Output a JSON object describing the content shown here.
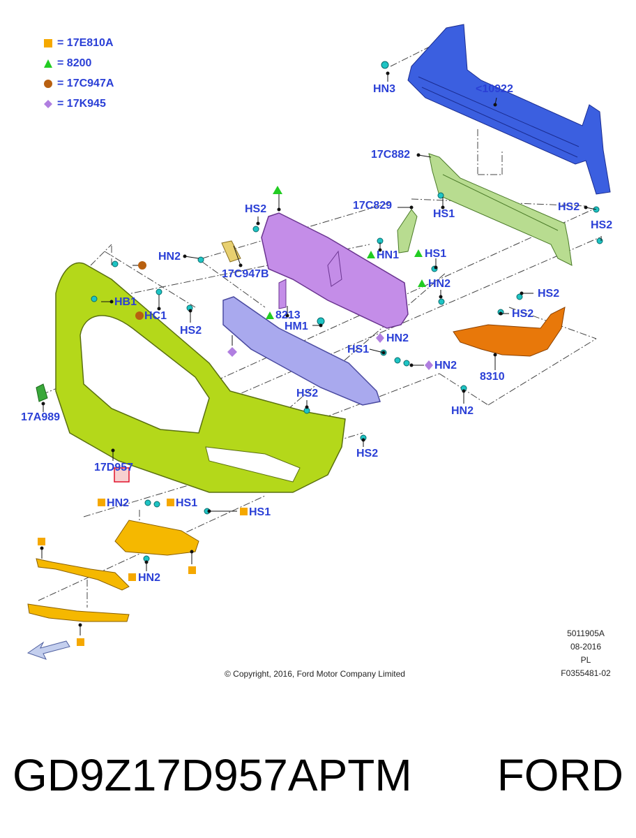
{
  "legend": [
    {
      "symbol": "square",
      "color": "#f5a800",
      "text": "= 17E810A"
    },
    {
      "symbol": "triangle",
      "color": "#22cc22",
      "text": "= 8200"
    },
    {
      "symbol": "circle",
      "color": "#b86010",
      "text": "= 17C947A"
    },
    {
      "symbol": "diamond",
      "color": "#b07ee0",
      "text": "= 17K945"
    }
  ],
  "callouts": {
    "hn3": "HN3",
    "b10922": "<10922",
    "c17c882": "17C882",
    "c17c829": "17C829",
    "hs1_top": "HS1",
    "hs2_tr": "HS2",
    "hs2_tr2": "HS2",
    "hs2_grille": "HS2",
    "hn2_left": "HN2",
    "c17c947b": "17C947B",
    "hn1": "HN1",
    "hs1_mid": "HS1",
    "hn2_mid": "HN2",
    "hb1": "HB1",
    "hc1": "HC1",
    "hs2_left": "HS2",
    "c8213": "8213",
    "hm1": "HM1",
    "hs2_r1": "HS2",
    "hs2_r2": "HS2",
    "hn2_diamond1": "HN2",
    "hs1_r": "HS1",
    "hn2_diamond2": "HN2",
    "c8310": "8310",
    "c17a989": "17A989",
    "hs2_c": "HS2",
    "hn2_r": "HN2",
    "hs2_low": "HS2",
    "c17d957": "17D957",
    "hn2_low": "HN2",
    "hs1_low": "HS1",
    "hs1_low2": "HS1",
    "hn2_bottom": "HN2"
  },
  "meta": {
    "copyright": "© Copyright, 2016, Ford Motor Company Limited",
    "code1": "5011905A",
    "date": "08-2016",
    "lang": "PL",
    "code2": "F0355481-02"
  },
  "caption": {
    "part_number": "GD9Z17D957APTM",
    "brand": "FORD"
  },
  "colors": {
    "label": "#2a3fd6",
    "reinforcement": "#3b5fe0",
    "absorber": "#b8dc90",
    "grille": "#c48de8",
    "lower_grille": "#a9a9ee",
    "bumper": "#b4d81a",
    "bracket": "#e8780a",
    "trim": "#f5b800",
    "clip": "#1ec4c4",
    "highlight": "#e0102a"
  }
}
